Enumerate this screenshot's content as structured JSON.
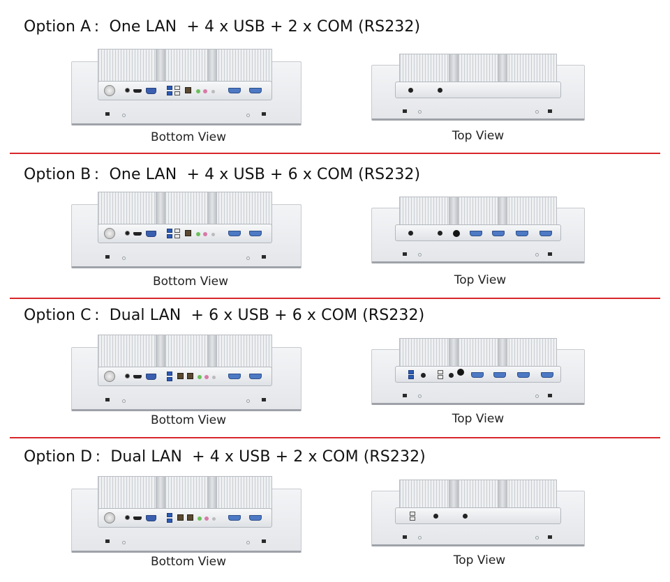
{
  "options": [
    {
      "title": "Option A :  One LAN  + 4 x USB + 2 x COM (RS232)",
      "bottom_caption": "Bottom View",
      "top_caption": "Top View"
    },
    {
      "title": "Option B :  One LAN  + 4 x USB + 6 x COM (RS232)",
      "bottom_caption": "Bottom View",
      "top_caption": "Top View"
    },
    {
      "title": "Option C :  Dual LAN  + 6 x USB + 6 x COM (RS232)",
      "bottom_caption": "Bottom View",
      "top_caption": "Top View"
    },
    {
      "title": "Option D :  Dual LAN  + 4 x USB + 2 x COM (RS232)",
      "bottom_caption": "Bottom View",
      "top_caption": "Top View"
    }
  ],
  "colors": {
    "divider": "#d8262b",
    "com_port": "#4d79c4",
    "usb_port": "#2b5bb8"
  }
}
